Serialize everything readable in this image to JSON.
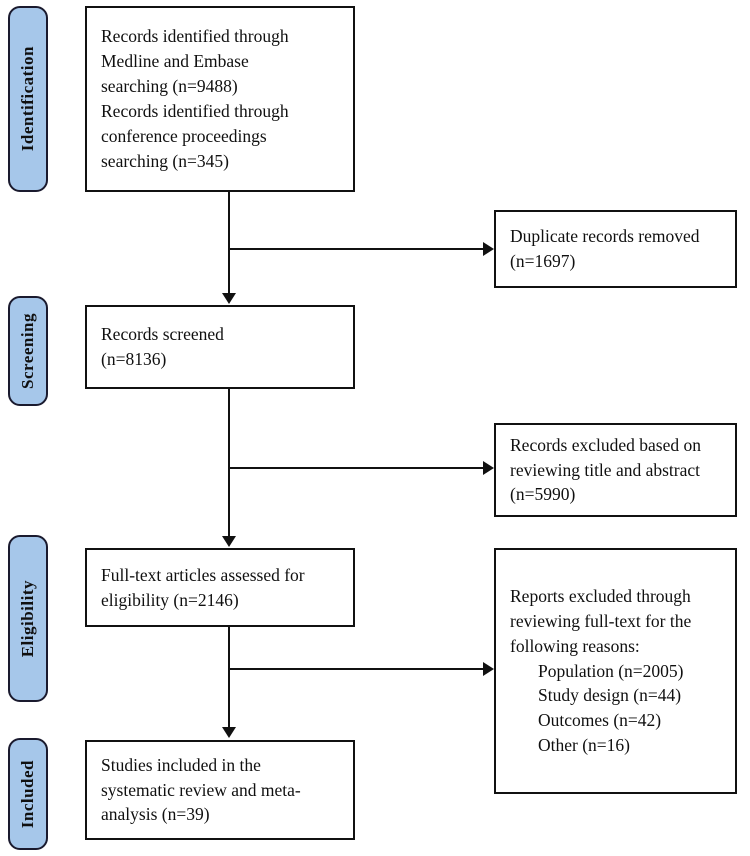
{
  "diagram": {
    "type": "prisma-flow-diagram",
    "stages": [
      {
        "id": "identification",
        "label": "Identification"
      },
      {
        "id": "screening",
        "label": "Screening"
      },
      {
        "id": "eligibility",
        "label": "Eligibility"
      },
      {
        "id": "included",
        "label": "Included"
      }
    ],
    "main_boxes": [
      {
        "id": "identification-box",
        "lines": [
          "Records identified through",
          "Medline and Embase",
          "searching (n=9488)",
          "Records identified through",
          "conference proceedings",
          "searching (n=345)"
        ]
      },
      {
        "id": "records-screened-box",
        "lines": [
          "Records screened",
          "(n=8136)"
        ]
      },
      {
        "id": "full-text-assessed-box",
        "lines": [
          "Full-text articles assessed for",
          "eligibility (n=2146)"
        ]
      },
      {
        "id": "studies-included-box",
        "lines": [
          "Studies included in the",
          "systematic review and meta-",
          "analysis (n=39)"
        ]
      }
    ],
    "side_boxes": [
      {
        "id": "duplicates-removed-box",
        "lines": [
          {
            "text": "Duplicate records removed",
            "indented": false
          },
          {
            "text": "(n=1697)",
            "indented": false
          }
        ]
      },
      {
        "id": "records-excluded-box",
        "lines": [
          {
            "text": "Records excluded based on",
            "indented": false
          },
          {
            "text": "reviewing title and abstract",
            "indented": false
          },
          {
            "text": "(n=5990)",
            "indented": false
          }
        ]
      },
      {
        "id": "reports-excluded-box",
        "lines": [
          {
            "text": "Reports excluded through",
            "indented": false
          },
          {
            "text": "reviewing full-text for the",
            "indented": false
          },
          {
            "text": "following reasons:",
            "indented": false
          },
          {
            "text": "Population (n=2005)",
            "indented": true
          },
          {
            "text": "Study design (n=44)",
            "indented": true
          },
          {
            "text": "Outcomes (n=42)",
            "indented": true
          },
          {
            "text": "Other (n=16)",
            "indented": true
          }
        ]
      }
    ],
    "counts": {
      "identified_medline_embase": 9488,
      "identified_conference_proceedings": 345,
      "duplicates_removed": 1697,
      "records_screened": 8136,
      "records_excluded_title_abstract": 5990,
      "full_text_assessed": 2146,
      "excluded_population": 2005,
      "excluded_study_design": 44,
      "excluded_outcomes": 42,
      "excluded_other": 16,
      "studies_included": 39
    },
    "colors": {
      "stage_fill": "#a6c7ea",
      "stage_border": "#1a1a2e",
      "box_border": "#111111",
      "box_fill": "#ffffff",
      "text": "#101010"
    }
  }
}
